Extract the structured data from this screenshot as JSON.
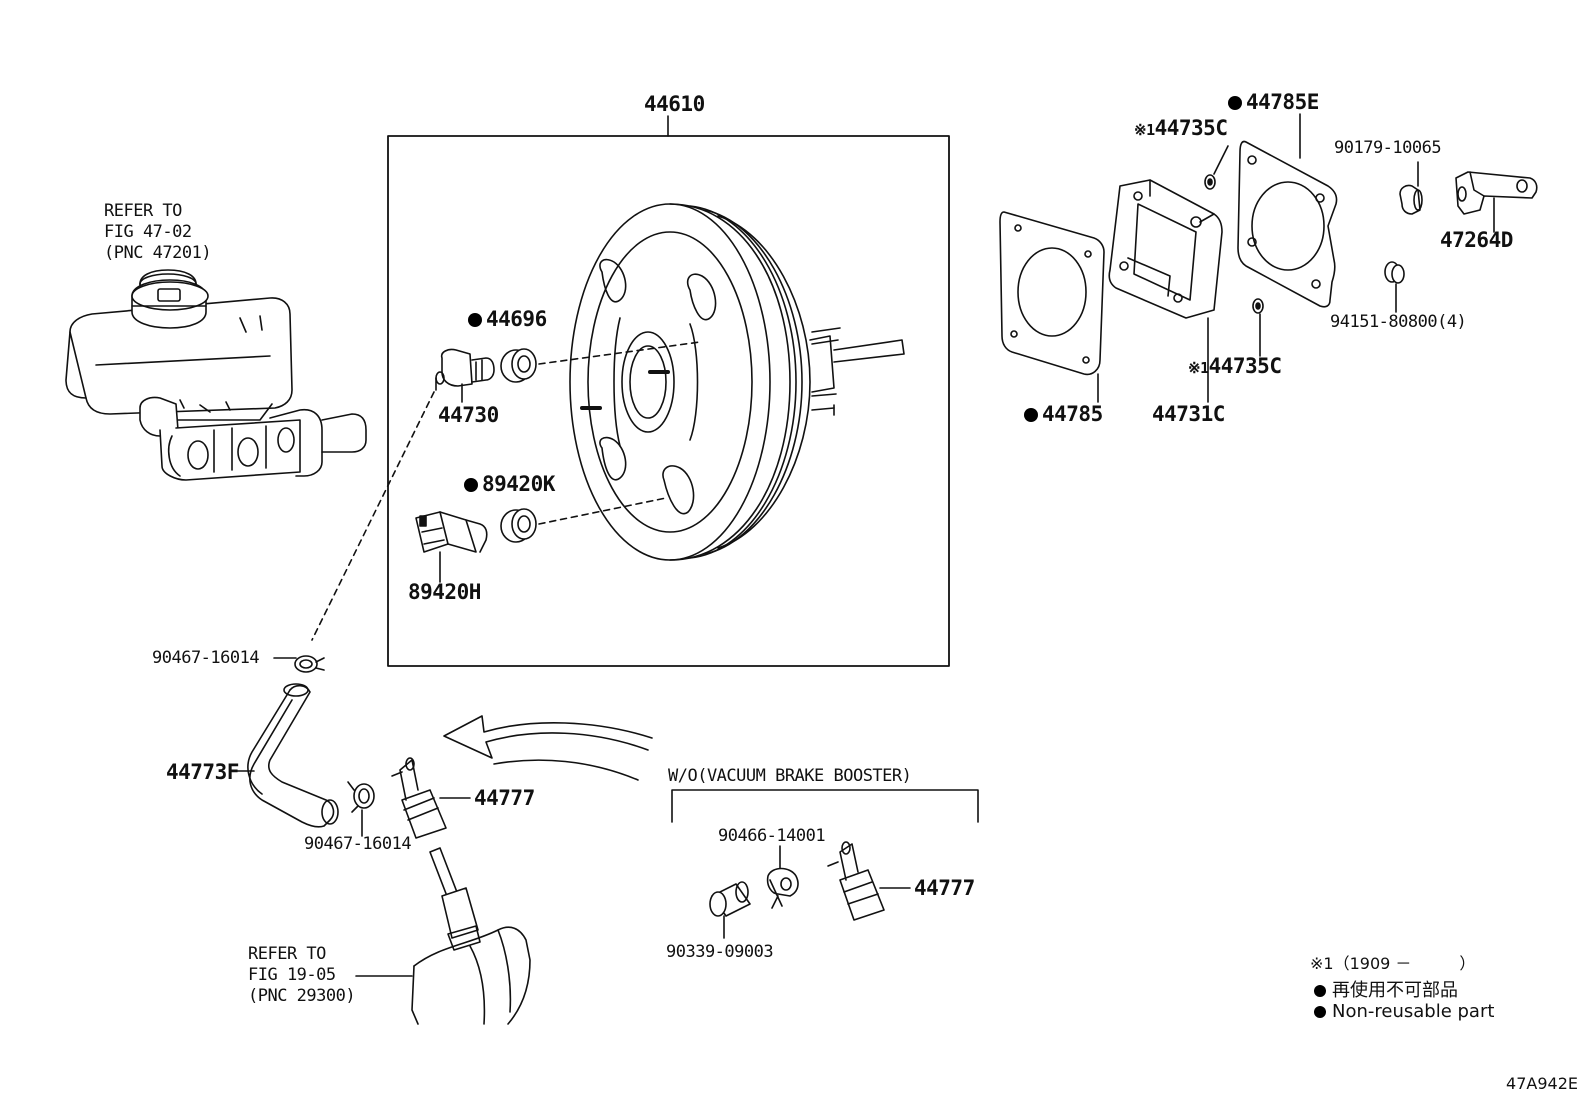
{
  "labels": {
    "booster": "44610",
    "grommet_top": "44696",
    "check_valve": "44730",
    "grommet_bottom": "89420K",
    "sensor": "89420H",
    "gasket_left": "44785",
    "gasket_right": "44785E",
    "spacer": "44731C",
    "nut_top": "44735C",
    "nut_bottom": "44735C",
    "note_mark_top": "※1",
    "note_mark_bottom": "※1",
    "bushing_label": "90179-10065",
    "bracket": "47264D",
    "bolt": "94151-80800(4)",
    "clip_upper": "90467-16014",
    "hose": "44773F",
    "clip_lower": "90467-16014",
    "union_left": "44777",
    "union_right": "44777",
    "clip_wo": "90466-14001",
    "plug_wo": "90339-09003",
    "wo_group": "W/O(VACUUM BRAKE BOOSTER)"
  },
  "references": {
    "master_cylinder": "REFER TO\nFIG 47-02\n(PNC 47201)",
    "pump": "REFER TO\nFIG 19-05\n(PNC 29300)"
  },
  "legend": {
    "note": "※1（1909 －　　　）",
    "jp": "再使用不可部品",
    "en": "Non-reusable part"
  },
  "illustration_code": "47A942E"
}
